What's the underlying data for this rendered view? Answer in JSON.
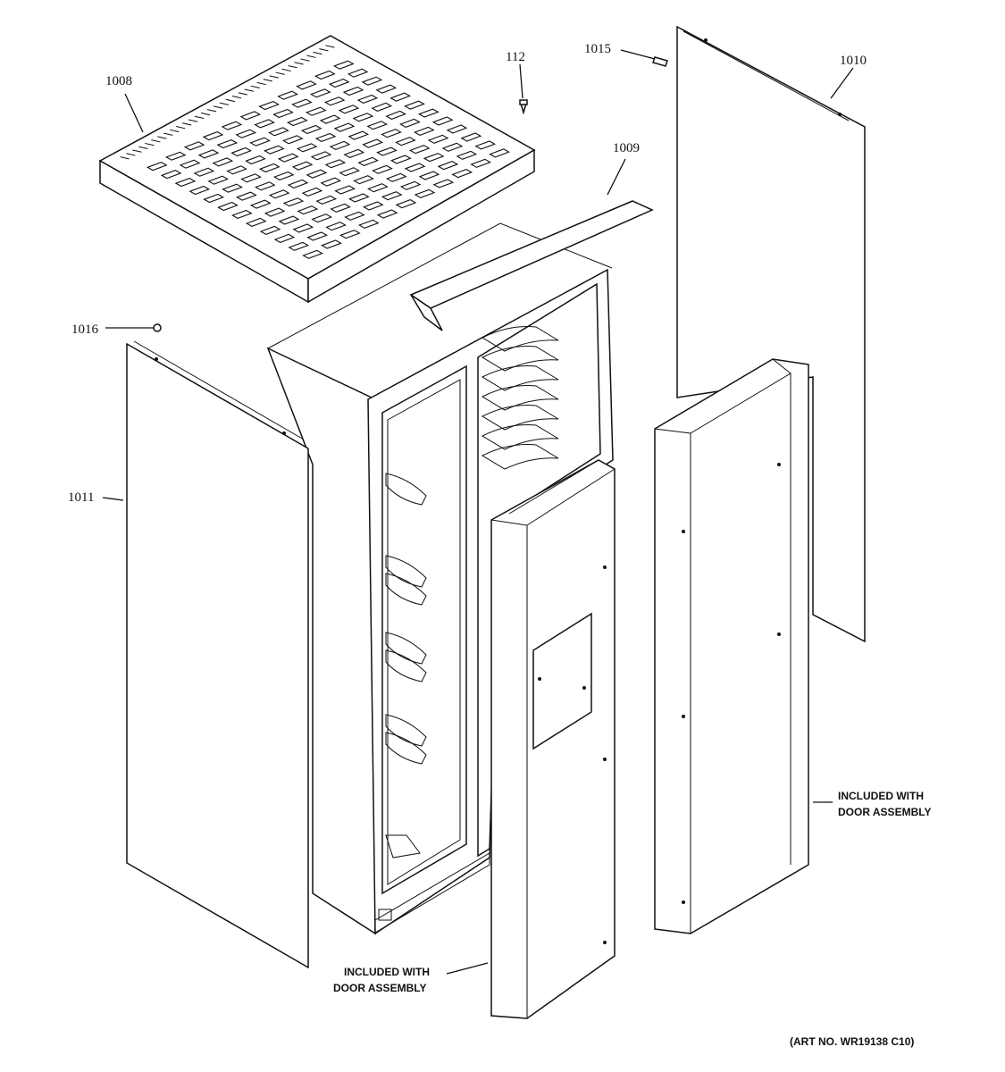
{
  "labels": {
    "p1008": "1008",
    "p112": "112",
    "p1015": "1015",
    "p1010": "1010",
    "p1009": "1009",
    "p1016": "1016",
    "p1011": "1011"
  },
  "notes": {
    "right_line1": "INCLUDED WITH",
    "right_line2": "DOOR ASSEMBLY",
    "bottom_line1": "INCLUDED WITH",
    "bottom_line2": "DOOR ASSEMBLY"
  },
  "art_number": "(ART NO. WR19138 C10)"
}
